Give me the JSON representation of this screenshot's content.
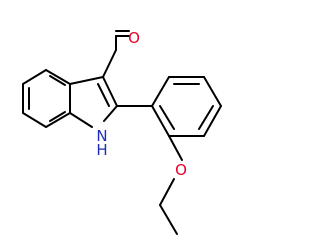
{
  "molecule": {
    "atoms": {
      "oxygen_aldehyde": "O",
      "indole_nitrogen": "N",
      "indole_hydrogen": "H",
      "oxygen_ether": "O"
    }
  },
  "colors": {
    "bond": "#000000",
    "oxygen": "#e8002a",
    "nitrogen": "#1e2eb8",
    "background": "#ffffff"
  }
}
